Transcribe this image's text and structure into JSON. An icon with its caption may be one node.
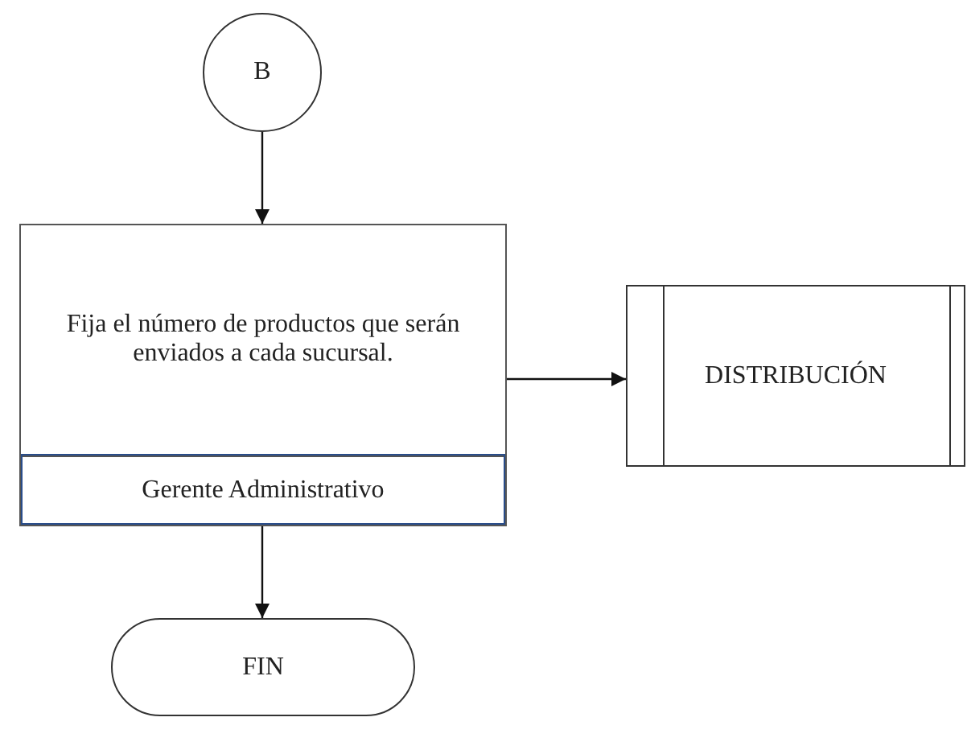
{
  "diagram": {
    "nodes": [
      {
        "text": [
          "B"
        ]
      },
      {
        "text": [
          "Fija el número de productos que serán enviados a cada sucursal.",
          "Gerente Administrativo"
        ]
      },
      {
        "text": [
          "DISTRIBUCIÓN"
        ]
      },
      {
        "text": [
          "FIN"
        ]
      }
    ],
    "edges": [
      {
        "from": 0,
        "to": 1,
        "arrow": "to"
      },
      {
        "from": 1,
        "to": 2,
        "arrow": "to"
      },
      {
        "from": 1,
        "to": 3,
        "arrow": "to"
      }
    ]
  }
}
